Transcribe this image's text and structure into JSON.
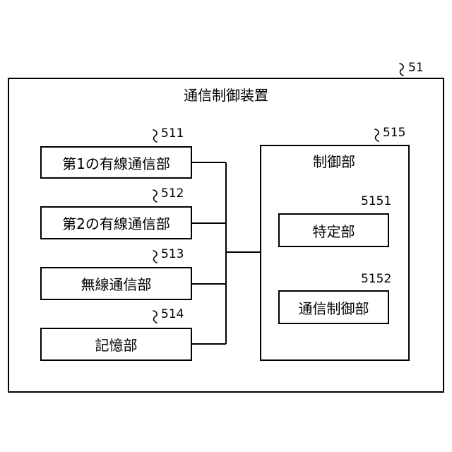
{
  "device": {
    "ref": "51",
    "title": "通信制御装置"
  },
  "blocks": [
    {
      "ref": "511",
      "label": "第1の有線通信部"
    },
    {
      "ref": "512",
      "label": "第2の有線通信部"
    },
    {
      "ref": "513",
      "label": "無線通信部"
    },
    {
      "ref": "514",
      "label": "記憶部"
    }
  ],
  "controller": {
    "ref": "515",
    "label": "制御部",
    "children": [
      {
        "ref": "5151",
        "label": "特定部"
      },
      {
        "ref": "5152",
        "label": "通信制御部"
      }
    ]
  }
}
